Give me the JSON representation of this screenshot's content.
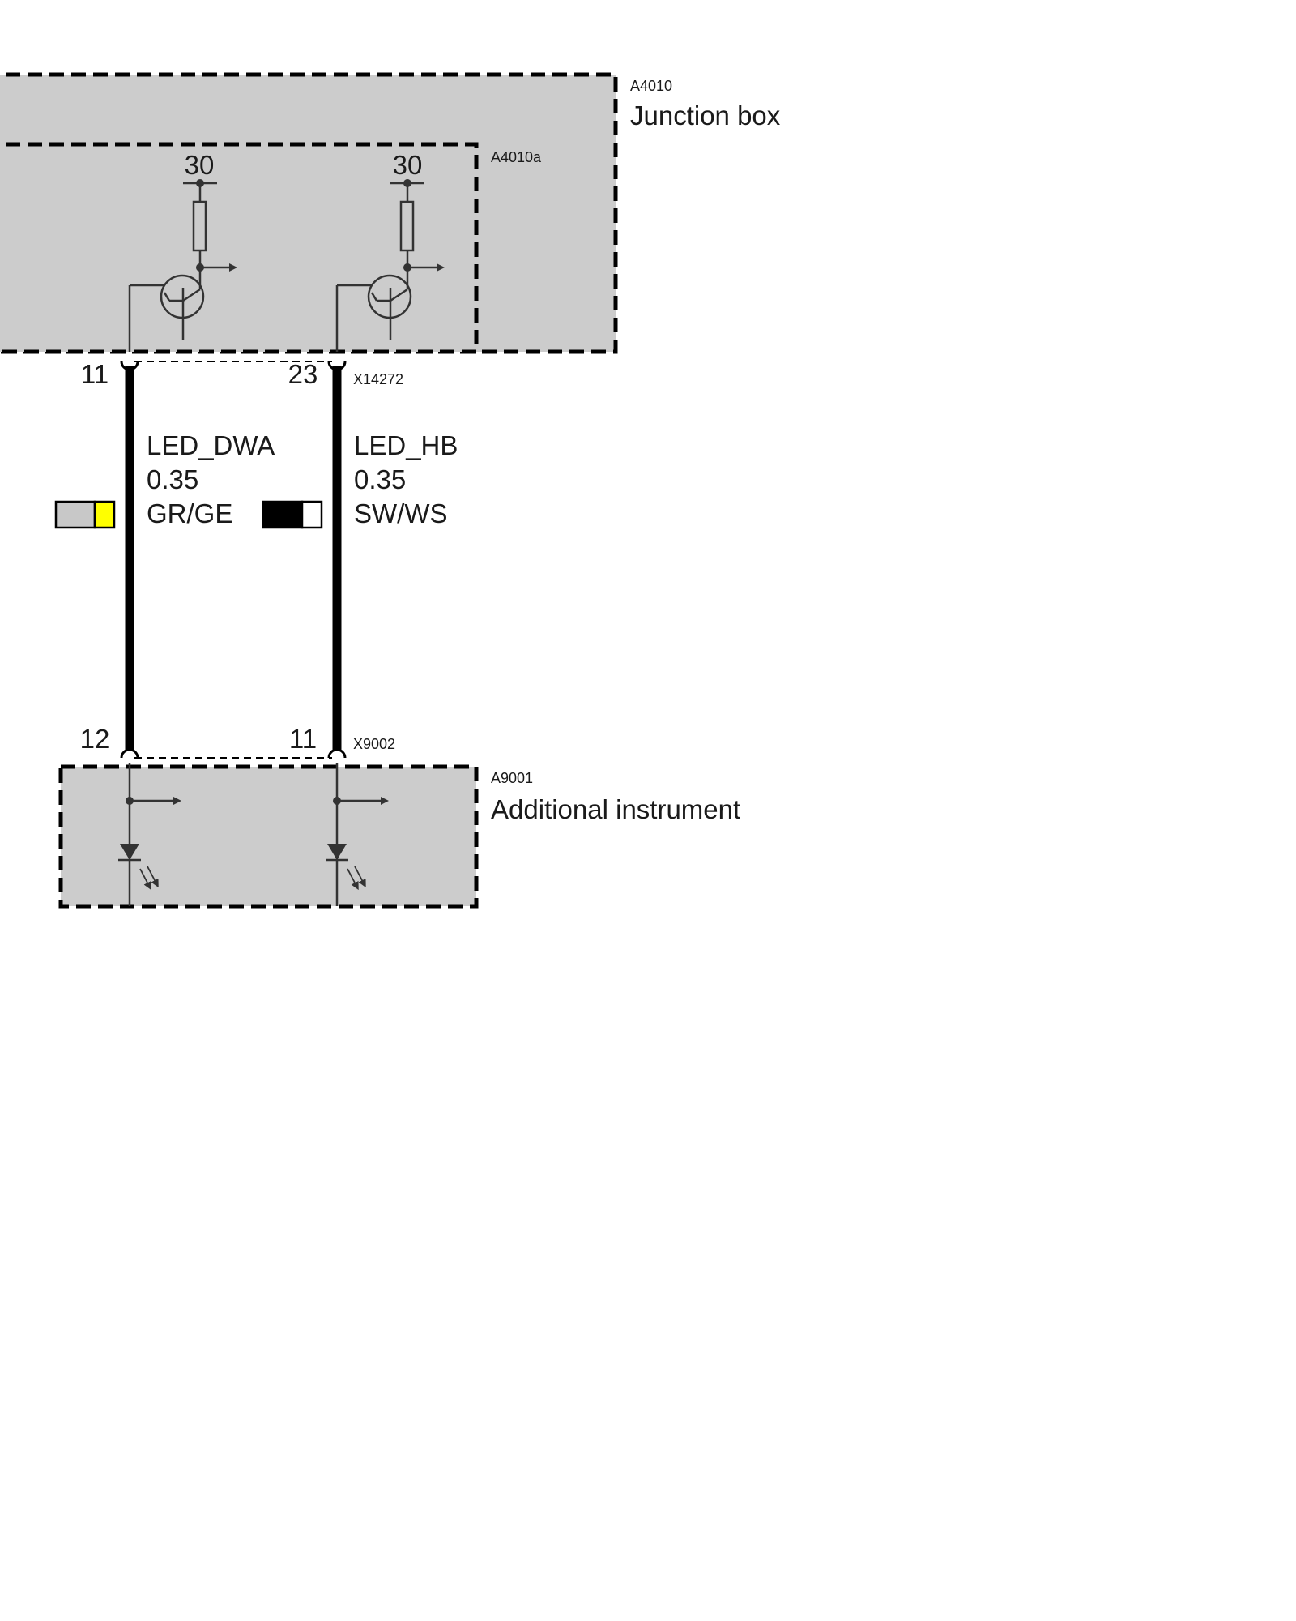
{
  "components": {
    "junction_box": {
      "id": "A4010",
      "name": "Junction box"
    },
    "sub_module": {
      "id": "A4010a"
    },
    "additional_instrument": {
      "id": "A9001",
      "name": "Additional instrument"
    }
  },
  "terminals": {
    "left": "30",
    "right": "30"
  },
  "connectors": {
    "top": {
      "id": "X14272",
      "pin_left": "11",
      "pin_right": "23"
    },
    "bottom": {
      "id": "X9002",
      "pin_left": "12",
      "pin_right": "11"
    }
  },
  "wires": [
    {
      "signal": "LED_DWA",
      "gauge": "0.35",
      "color_code": "GR/GE",
      "swatch": [
        "#c8c8c8",
        "#ffff00"
      ]
    },
    {
      "signal": "LED_HB",
      "gauge": "0.35",
      "color_code": "SW/WS",
      "swatch": [
        "#000000",
        "#ffffff"
      ]
    }
  ],
  "colors": {
    "module_fill": "#cccccc",
    "wire": "#000000",
    "symbol": "#333333"
  }
}
